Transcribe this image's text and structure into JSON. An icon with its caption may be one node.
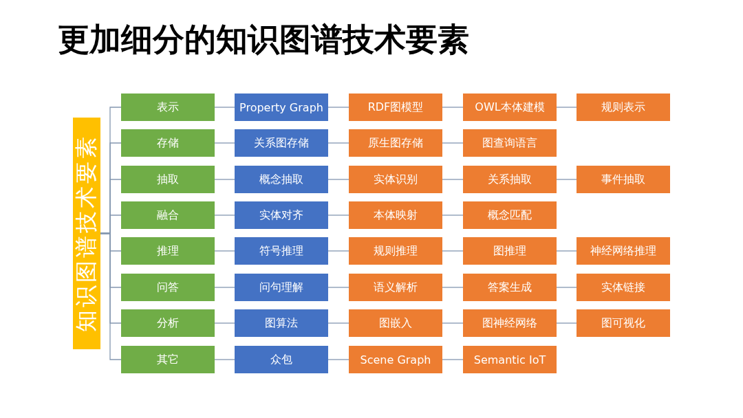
{
  "diagram": {
    "title": "更加细分的知识图谱技术要素",
    "nodes": [
      {
        "text": [
          "知识图谱技术要素"
        ]
      },
      {
        "text": [
          "表示"
        ]
      },
      {
        "text": [
          "Property Graph"
        ]
      },
      {
        "text": [
          "RDF图模型"
        ]
      },
      {
        "text": [
          "OWL本体建模"
        ]
      },
      {
        "text": [
          "规则表示"
        ]
      },
      {
        "text": [
          "存储"
        ]
      },
      {
        "text": [
          "关系图存储"
        ]
      },
      {
        "text": [
          "原生图存储"
        ]
      },
      {
        "text": [
          "图查询语言"
        ]
      },
      {
        "text": [
          "抽取"
        ]
      },
      {
        "text": [
          "概念抽取"
        ]
      },
      {
        "text": [
          "实体识别"
        ]
      },
      {
        "text": [
          "关系抽取"
        ]
      },
      {
        "text": [
          "事件抽取"
        ]
      },
      {
        "text": [
          "融合"
        ]
      },
      {
        "text": [
          "实体对齐"
        ]
      },
      {
        "text": [
          "本体映射"
        ]
      },
      {
        "text": [
          "概念匹配"
        ]
      },
      {
        "text": [
          "推理"
        ]
      },
      {
        "text": [
          "符号推理"
        ]
      },
      {
        "text": [
          "规则推理"
        ]
      },
      {
        "text": [
          "图推理"
        ]
      },
      {
        "text": [
          "神经网络推理"
        ]
      },
      {
        "text": [
          "问答"
        ]
      },
      {
        "text": [
          "问句理解"
        ]
      },
      {
        "text": [
          "语义解析"
        ]
      },
      {
        "text": [
          "答案生成"
        ]
      },
      {
        "text": [
          "实体链接"
        ]
      },
      {
        "text": [
          "分析"
        ]
      },
      {
        "text": [
          "图算法"
        ]
      },
      {
        "text": [
          "图嵌入"
        ]
      },
      {
        "text": [
          "图神经网络"
        ]
      },
      {
        "text": [
          "图可视化"
        ]
      },
      {
        "text": [
          "其它"
        ]
      },
      {
        "text": [
          "众包"
        ]
      },
      {
        "text": [
          "Scene Graph"
        ]
      },
      {
        "text": [
          "Semantic IoT"
        ]
      }
    ],
    "edges": [
      {
        "from": 0,
        "to": 1,
        "arrow": "none"
      },
      {
        "from": 0,
        "to": 6,
        "arrow": "none"
      },
      {
        "from": 0,
        "to": 10,
        "arrow": "none"
      },
      {
        "from": 0,
        "to": 15,
        "arrow": "none"
      },
      {
        "from": 0,
        "to": 19,
        "arrow": "none"
      },
      {
        "from": 0,
        "to": 24,
        "arrow": "none"
      },
      {
        "from": 0,
        "to": 29,
        "arrow": "none"
      },
      {
        "from": 0,
        "to": 34,
        "arrow": "none"
      },
      {
        "from": 1,
        "to": 2,
        "arrow": "none"
      },
      {
        "from": 2,
        "to": 3,
        "arrow": "none"
      },
      {
        "from": 3,
        "to": 4,
        "arrow": "none"
      },
      {
        "from": 4,
        "to": 5,
        "arrow": "none"
      },
      {
        "from": 6,
        "to": 7,
        "arrow": "none"
      },
      {
        "from": 7,
        "to": 8,
        "arrow": "none"
      },
      {
        "from": 8,
        "to": 9,
        "arrow": "none"
      },
      {
        "from": 10,
        "to": 11,
        "arrow": "none"
      },
      {
        "from": 11,
        "to": 12,
        "arrow": "none"
      },
      {
        "from": 12,
        "to": 13,
        "arrow": "none"
      },
      {
        "from": 13,
        "to": 14,
        "arrow": "none"
      },
      {
        "from": 15,
        "to": 16,
        "arrow": "none"
      },
      {
        "from": 16,
        "to": 17,
        "arrow": "none"
      },
      {
        "from": 17,
        "to": 18,
        "arrow": "none"
      },
      {
        "from": 19,
        "to": 20,
        "arrow": "none"
      },
      {
        "from": 20,
        "to": 21,
        "arrow": "none"
      },
      {
        "from": 21,
        "to": 22,
        "arrow": "none"
      },
      {
        "from": 22,
        "to": 23,
        "arrow": "none"
      },
      {
        "from": 24,
        "to": 25,
        "arrow": "none"
      },
      {
        "from": 25,
        "to": 26,
        "arrow": "none"
      },
      {
        "from": 26,
        "to": 27,
        "arrow": "none"
      },
      {
        "from": 27,
        "to": 28,
        "arrow": "none"
      },
      {
        "from": 29,
        "to": 30,
        "arrow": "none"
      },
      {
        "from": 30,
        "to": 31,
        "arrow": "none"
      },
      {
        "from": 31,
        "to": 32,
        "arrow": "none"
      },
      {
        "from": 32,
        "to": 33,
        "arrow": "none"
      },
      {
        "from": 34,
        "to": 35,
        "arrow": "none"
      },
      {
        "from": 35,
        "to": 36,
        "arrow": "none"
      },
      {
        "from": 36,
        "to": 37,
        "arrow": "none"
      }
    ]
  }
}
